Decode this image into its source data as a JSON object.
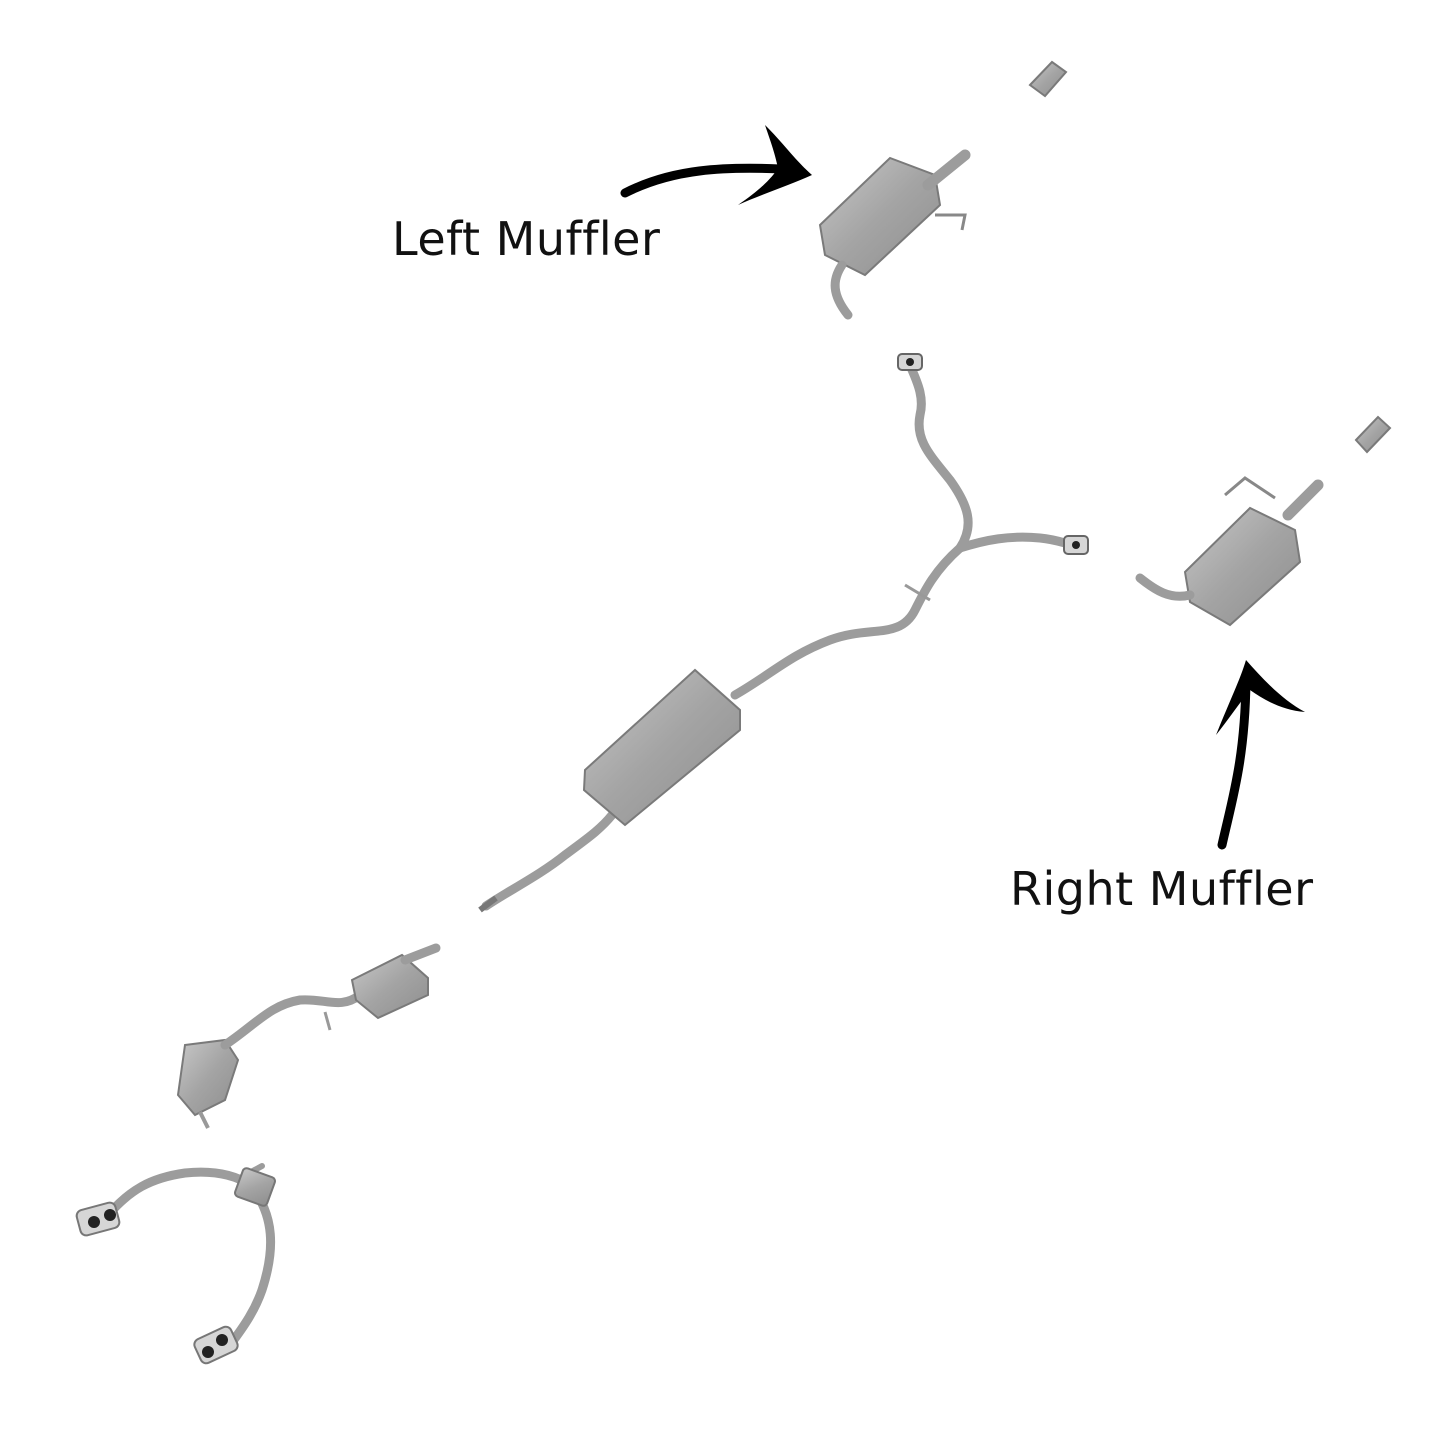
{
  "diagram": {
    "labels": {
      "left_muffler": "Left Muffler",
      "right_muffler": "Right Muffler"
    },
    "colors": {
      "background": "#ffffff",
      "part_fill": "#a9a9a9",
      "part_fill_light": "#c4c4c4",
      "part_stroke": "#7a7a7a",
      "arrow": "#000000",
      "text": "#111111"
    },
    "parts": [
      "front-y-pipe",
      "front-catalytic-converter",
      "rear-catalytic-converter",
      "resonator-pipe",
      "resonator",
      "rear-y-pipe",
      "left-muffler",
      "right-muffler",
      "left-exhaust-tip",
      "right-exhaust-tip"
    ]
  }
}
